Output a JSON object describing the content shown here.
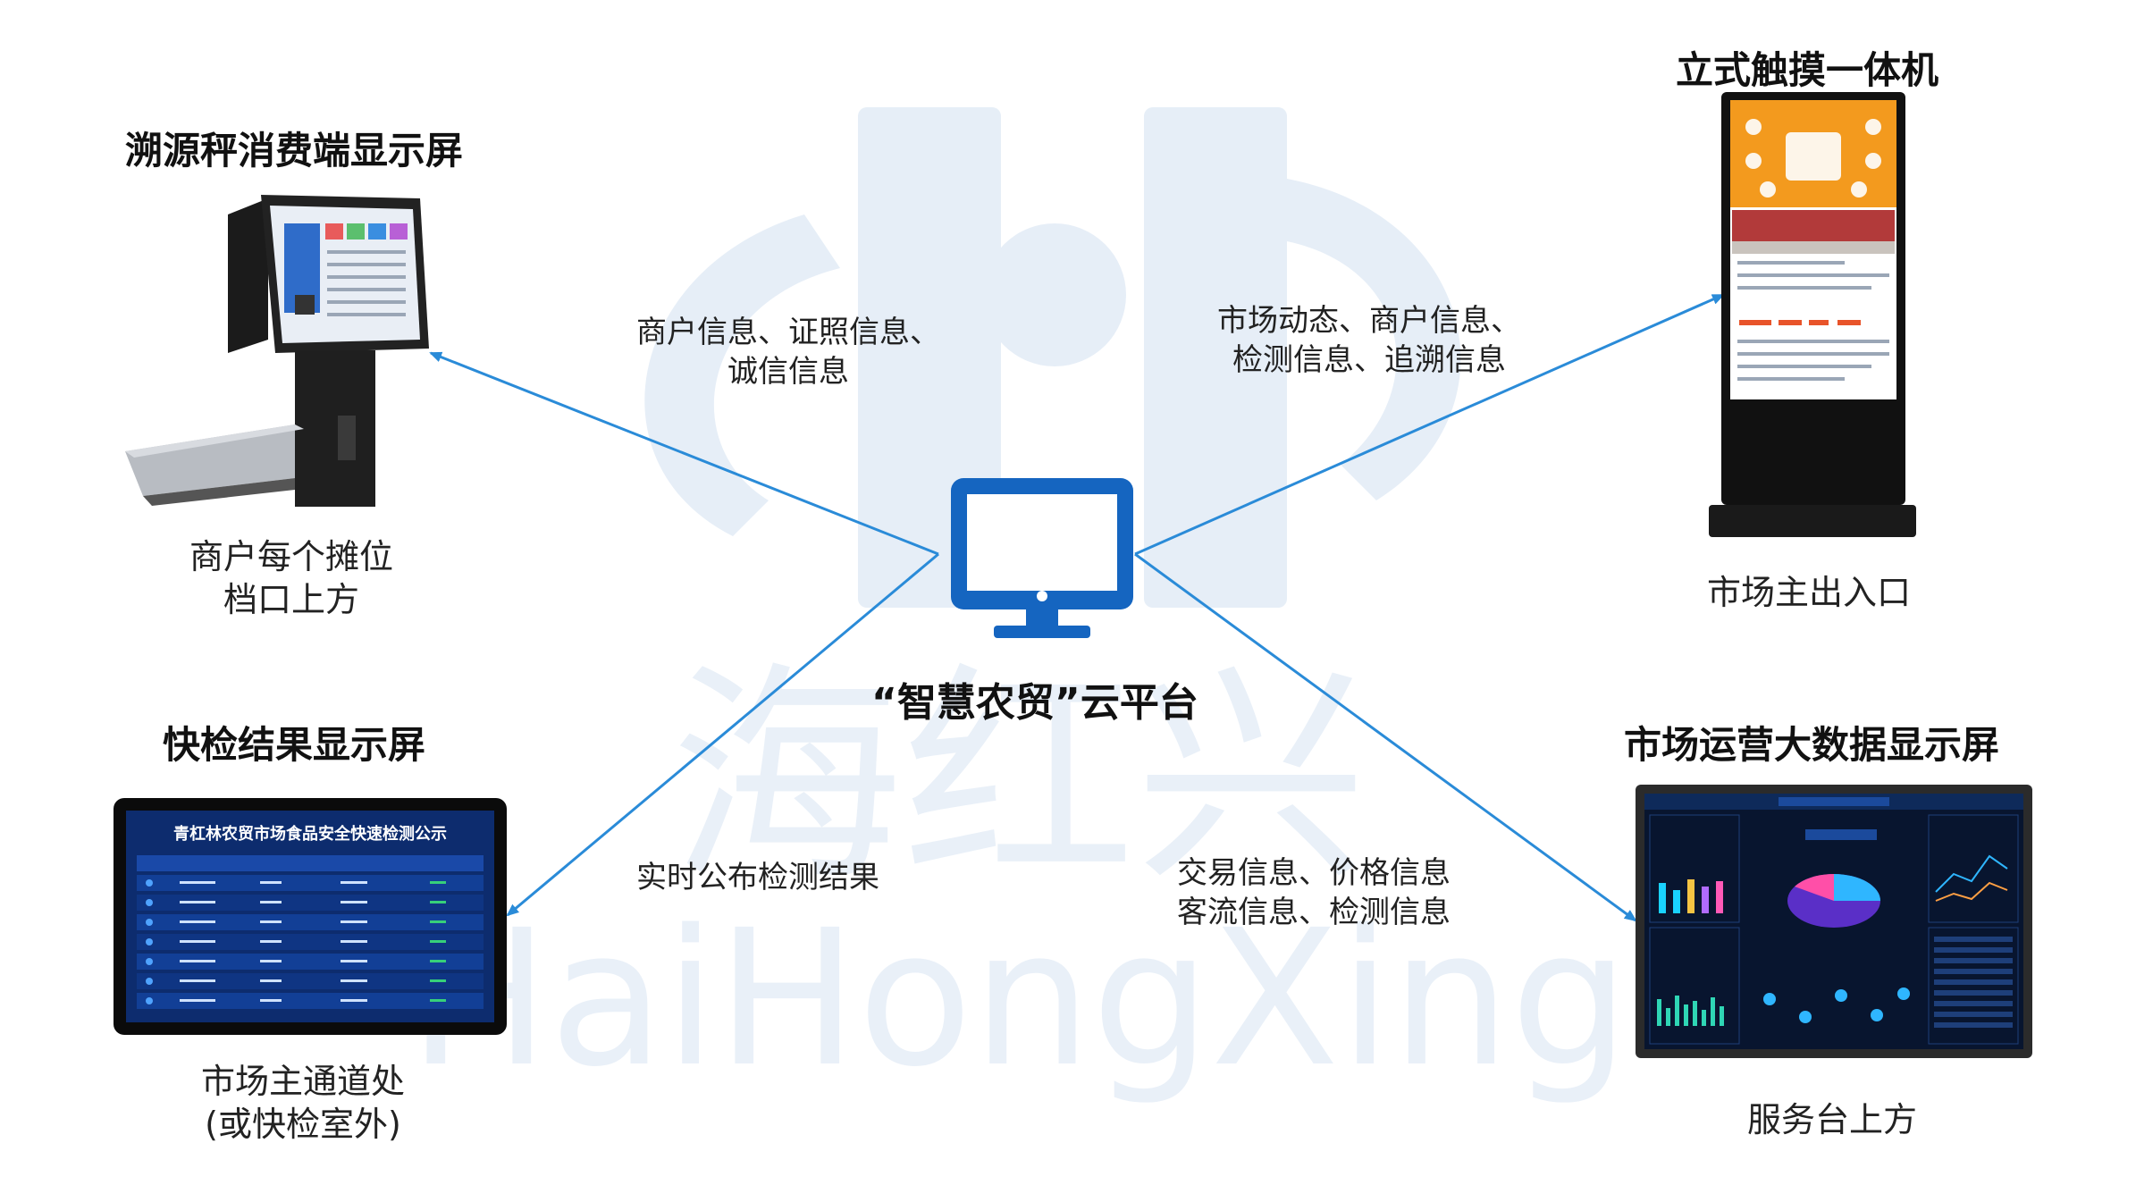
{
  "watermark": {
    "chinese": "海红兴",
    "latin": "HaiHongXing"
  },
  "center": {
    "platform_label": "“智慧农贸”云平台",
    "icon": "monitor-icon"
  },
  "devices": {
    "scale": {
      "title": "溯源秤消费端显示屏",
      "caption_line1": "商户每个摊位",
      "caption_line2": "档口上方",
      "flow_line1": "商户信息、证照信息、",
      "flow_line2": "诚信信息"
    },
    "kiosk": {
      "title": "立式触摸一体机",
      "caption": "市场主出入口",
      "flow_line1": "市场动态、商户信息、",
      "flow_line2": "检测信息、追溯信息"
    },
    "quick_test": {
      "title": "快检结果显示屏",
      "caption_line1": "市场主通道处",
      "caption_line2": "(或快检室外)",
      "flow": "实时公布检测结果",
      "screen_title": "青杠林农贸市场食品安全快速检测公示"
    },
    "bigdata": {
      "title": "市场运营大数据显示屏",
      "caption": "服务台上方",
      "flow_line1": "交易信息、价格信息",
      "flow_line2": "客流信息、检测信息"
    }
  },
  "colors": {
    "arrow": "#2a8bd8",
    "monitor": "#1565c0",
    "watermark": "#e3ebf5",
    "kiosk_orange": "#f39a1e",
    "dark_panel": "#0d1b3d"
  }
}
